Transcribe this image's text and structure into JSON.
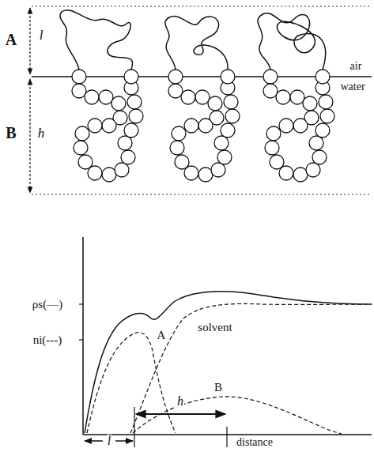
{
  "diagram": {
    "labels": [
      "A",
      "l",
      "air",
      "water",
      "B",
      "h",
      "ρs(—)",
      "ni(---)",
      "A",
      "solvent",
      "B",
      "l",
      "h",
      "distance"
    ]
  }
}
